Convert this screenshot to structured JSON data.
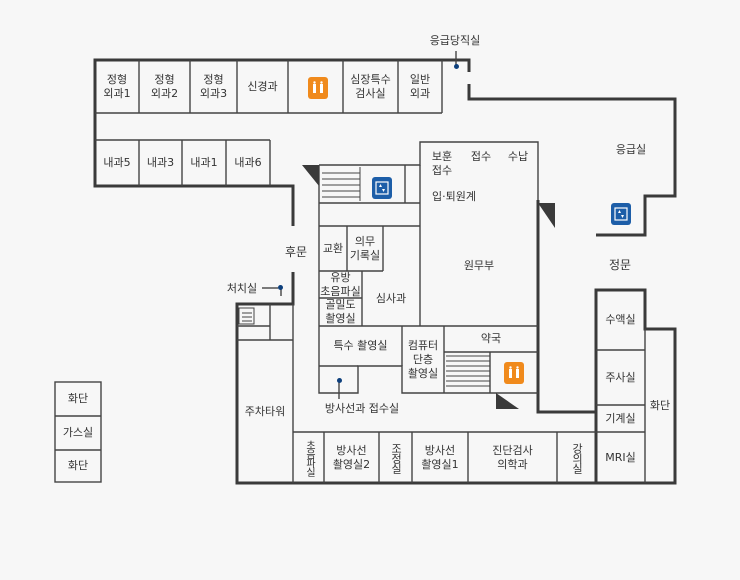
{
  "colors": {
    "wall": "#3a3a3a",
    "thin": "#444444",
    "toilet": "#f08a1c",
    "elevator": "#1d5ea8",
    "pointer": "#0d3f7c"
  },
  "labels": {
    "emergency_duty": "응급당직실",
    "ortho1": "정형\n외과1",
    "ortho2": "정형\n외과2",
    "ortho3": "정형\n외과3",
    "neuro": "신경과",
    "cardiac_test": "심장특수\n검사실",
    "general_surgery": "일반\n외과",
    "internal5": "내과5",
    "internal3": "내과3",
    "internal1": "내과1",
    "internal6": "내과6",
    "emergency_room": "응급실",
    "main_gate": "정문",
    "back_gate": "후문",
    "insurance": "보훈\n접수",
    "reception": "접수",
    "payment": "수납",
    "admission": "입·퇴원계",
    "exchange": "교환",
    "records": "의무\n기록실",
    "breast_us": "유방\n초음파실",
    "bone_density": "골밀도\n촬영실",
    "cardiology": "심사과",
    "admin": "원무부",
    "treatment": "처치실",
    "special_imaging": "특수 촬영실",
    "ct": "컴퓨터\n단층\n촬영실",
    "pharmacy": "약국",
    "radiology_reception": "방사선과 접수실",
    "parking_tower": "주차타워",
    "ultrasound": "초음파실",
    "xray2": "방사선\n촬영실2",
    "control": "조정실",
    "xray1": "방사선\n촬영실1",
    "lab_medicine": "진단검사\n의학과",
    "lecture": "강의실",
    "mri": "MRI실",
    "infusion": "수액실",
    "injection": "주사실",
    "machine": "기계실",
    "flower_bed_right": "화단",
    "flower_bed_left_top": "화단",
    "gas_room": "가스실",
    "flower_bed_left_bottom": "화단"
  },
  "icons": {
    "toilet_top": "restroom-icon",
    "elevator_center": "elevator-icon",
    "elevator_right": "elevator-icon",
    "toilet_bottom": "restroom-icon",
    "stairs": "stairs-icon",
    "parking_entry": "parking-entry-icon"
  }
}
